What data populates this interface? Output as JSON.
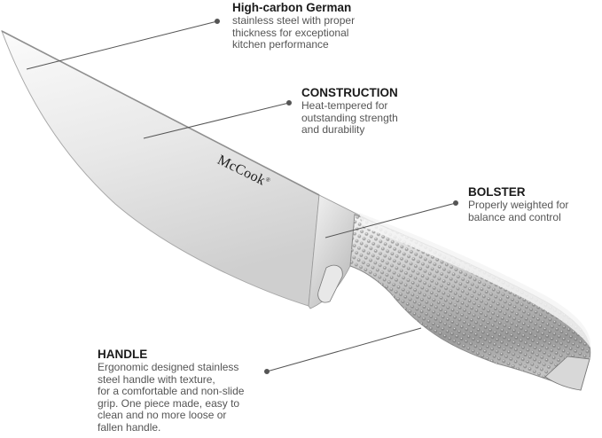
{
  "product": {
    "brand": "McCook",
    "brand_mark": "®"
  },
  "callouts": [
    {
      "id": "high-carbon-german",
      "title": "High-carbon German",
      "description": "stainless steel with proper\nthickness for exceptional\nkitchen performance"
    },
    {
      "id": "construction",
      "title": "CONSTRUCTION",
      "description": "Heat-tempered for\noutstanding strength\nand durability"
    },
    {
      "id": "bolster",
      "title": "BOLSTER",
      "description": "Properly weighted for\nbalance and control"
    },
    {
      "id": "handle",
      "title": "HANDLE",
      "description": "Ergonomic designed stainless\nsteel handle with texture,\nfor a comfortable and non-slide\ngrip.  One piece made,  easy to\nclean and no more loose or\nfallen handle."
    }
  ],
  "colors": {
    "leader_line": "#555555",
    "title_text": "#1a1a1a",
    "body_text": "#555555",
    "blade_light": "#f2f2f2",
    "blade_mid": "#d9d9d9",
    "handle_dark": "#8a8a8a"
  }
}
